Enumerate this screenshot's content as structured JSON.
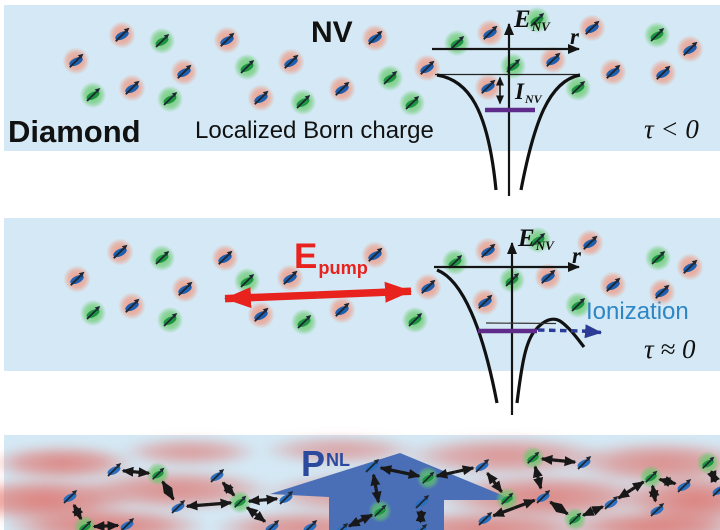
{
  "colors": {
    "panel_bg": "#d4e9f5",
    "red": "#e8231d",
    "purple": "#5e2b8a",
    "ion_text": "#2e86c5",
    "arrow_blue": "#2c3b96",
    "big_arrow": "#4a6fb6",
    "p_label": "#2b4a9e",
    "text": "#111111",
    "nv_glow": "#f0957e",
    "nv_core": "#1d5fb0",
    "b_core": "#2a6fc0",
    "n_glow": "#63c868",
    "n_core": "#1d9440",
    "spin": "#1c2733",
    "blob_rgb": "224,92,82"
  },
  "top": {
    "nv_label": "NV",
    "diamond_label": "Diamond",
    "born_label": "Localized Born charge",
    "tau_label": "τ < 0",
    "graph": {
      "e": "E",
      "e_sub": "NV",
      "r": "r",
      "i": "I",
      "i_sub": "NV"
    },
    "particles": [
      [
        122,
        35,
        "nv"
      ],
      [
        162,
        41,
        "n"
      ],
      [
        227,
        40,
        "nv"
      ],
      [
        76,
        61,
        "nv"
      ],
      [
        184,
        72,
        "nv"
      ],
      [
        247,
        67,
        "n"
      ],
      [
        291,
        62,
        "nv"
      ],
      [
        93,
        95,
        "n"
      ],
      [
        132,
        88,
        "nv"
      ],
      [
        170,
        99,
        "n"
      ],
      [
        261,
        98,
        "nv"
      ],
      [
        303,
        102,
        "n"
      ],
      [
        342,
        89,
        "nv"
      ],
      [
        375,
        38,
        "nv"
      ],
      [
        457,
        43,
        "n"
      ],
      [
        490,
        33,
        "nv"
      ],
      [
        537,
        20,
        "n"
      ],
      [
        592,
        28,
        "nv"
      ],
      [
        657,
        35,
        "n"
      ],
      [
        690,
        49,
        "nv"
      ],
      [
        427,
        68,
        "nv"
      ],
      [
        390,
        78,
        "n"
      ],
      [
        513,
        66,
        "n"
      ],
      [
        553,
        60,
        "nv"
      ],
      [
        613,
        72,
        "nv"
      ],
      [
        663,
        73,
        "nv"
      ],
      [
        412,
        103,
        "n"
      ],
      [
        488,
        87,
        "nv"
      ],
      [
        578,
        88,
        "n"
      ]
    ]
  },
  "middle": {
    "pump": {
      "e": "E",
      "sub": "pump"
    },
    "ionization_label": "Ionization",
    "tau_label": "τ ≈ 0",
    "graph": {
      "e": "E",
      "e_sub": "NV",
      "r": "r"
    },
    "particles": [
      [
        120,
        252,
        "nv"
      ],
      [
        162,
        258,
        "n"
      ],
      [
        225,
        258,
        "nv"
      ],
      [
        77,
        279,
        "nv"
      ],
      [
        290,
        278,
        "nv"
      ],
      [
        185,
        289,
        "nv"
      ],
      [
        247,
        281,
        "n"
      ],
      [
        93,
        313,
        "n"
      ],
      [
        132,
        306,
        "nv"
      ],
      [
        170,
        320,
        "n"
      ],
      [
        261,
        315,
        "nv"
      ],
      [
        304,
        322,
        "n"
      ],
      [
        342,
        310,
        "nv"
      ],
      [
        375,
        255,
        "nv"
      ],
      [
        455,
        262,
        "n"
      ],
      [
        488,
        251,
        "nv"
      ],
      [
        538,
        240,
        "n"
      ],
      [
        590,
        243,
        "nv"
      ],
      [
        658,
        258,
        "n"
      ],
      [
        690,
        267,
        "nv"
      ],
      [
        428,
        287,
        "nv"
      ],
      [
        415,
        320,
        "n"
      ],
      [
        512,
        280,
        "n"
      ],
      [
        548,
        277,
        "nv"
      ],
      [
        613,
        285,
        "nv"
      ],
      [
        662,
        292,
        "nv"
      ],
      [
        485,
        302,
        "nv"
      ],
      [
        578,
        305,
        "n"
      ]
    ]
  },
  "bottom": {
    "p": {
      "base": "P",
      "sup": "NL"
    },
    "nodes": [
      [
        114,
        470,
        "b"
      ],
      [
        158,
        474,
        "g"
      ],
      [
        70,
        497,
        "b"
      ],
      [
        178,
        507,
        "b"
      ],
      [
        240,
        502,
        "g"
      ],
      [
        217,
        476,
        "b"
      ],
      [
        85,
        527,
        "g"
      ],
      [
        127,
        525,
        "b"
      ],
      [
        272,
        527,
        "b"
      ],
      [
        372,
        466,
        "b"
      ],
      [
        380,
        511,
        "g"
      ],
      [
        341,
        530,
        "b"
      ],
      [
        422,
        502,
        "b"
      ],
      [
        420,
        531,
        "b"
      ],
      [
        428,
        478,
        "g"
      ],
      [
        482,
        466,
        "b"
      ],
      [
        533,
        458,
        "g"
      ],
      [
        584,
        463,
        "b"
      ],
      [
        507,
        499,
        "g"
      ],
      [
        543,
        497,
        "b"
      ],
      [
        485,
        519,
        "b"
      ],
      [
        575,
        519,
        "g"
      ],
      [
        611,
        503,
        "b"
      ],
      [
        651,
        477,
        "g"
      ],
      [
        684,
        486,
        "b"
      ],
      [
        657,
        510,
        "b"
      ],
      [
        708,
        463,
        "g"
      ],
      [
        719,
        490,
        "b"
      ],
      [
        310,
        527,
        "b"
      ],
      [
        286,
        498,
        "b"
      ]
    ],
    "edges": [
      [
        0,
        1
      ],
      [
        1,
        3
      ],
      [
        2,
        6
      ],
      [
        3,
        4
      ],
      [
        5,
        4
      ],
      [
        4,
        8
      ],
      [
        4,
        29
      ],
      [
        6,
        7
      ],
      [
        9,
        10
      ],
      [
        10,
        11
      ],
      [
        9,
        14
      ],
      [
        14,
        15
      ],
      [
        15,
        18
      ],
      [
        12,
        13
      ],
      [
        16,
        17
      ],
      [
        16,
        19
      ],
      [
        19,
        20
      ],
      [
        19,
        21
      ],
      [
        21,
        22
      ],
      [
        22,
        23
      ],
      [
        23,
        24
      ],
      [
        23,
        25
      ],
      [
        26,
        27
      ]
    ],
    "blobs": [
      [
        62,
        463,
        150,
        36,
        0.7
      ],
      [
        190,
        452,
        140,
        30,
        0.55
      ],
      [
        340,
        450,
        160,
        30,
        0.5
      ],
      [
        505,
        456,
        210,
        40,
        0.6
      ],
      [
        662,
        463,
        190,
        44,
        0.65
      ],
      [
        45,
        500,
        180,
        46,
        0.75
      ],
      [
        175,
        490,
        200,
        42,
        0.65
      ],
      [
        355,
        494,
        190,
        42,
        0.55
      ],
      [
        545,
        497,
        230,
        48,
        0.7
      ],
      [
        695,
        500,
        150,
        52,
        0.75
      ],
      [
        105,
        526,
        210,
        38,
        0.75
      ],
      [
        305,
        528,
        190,
        36,
        0.65
      ],
      [
        485,
        529,
        230,
        38,
        0.7
      ],
      [
        655,
        527,
        190,
        36,
        0.75
      ]
    ]
  }
}
